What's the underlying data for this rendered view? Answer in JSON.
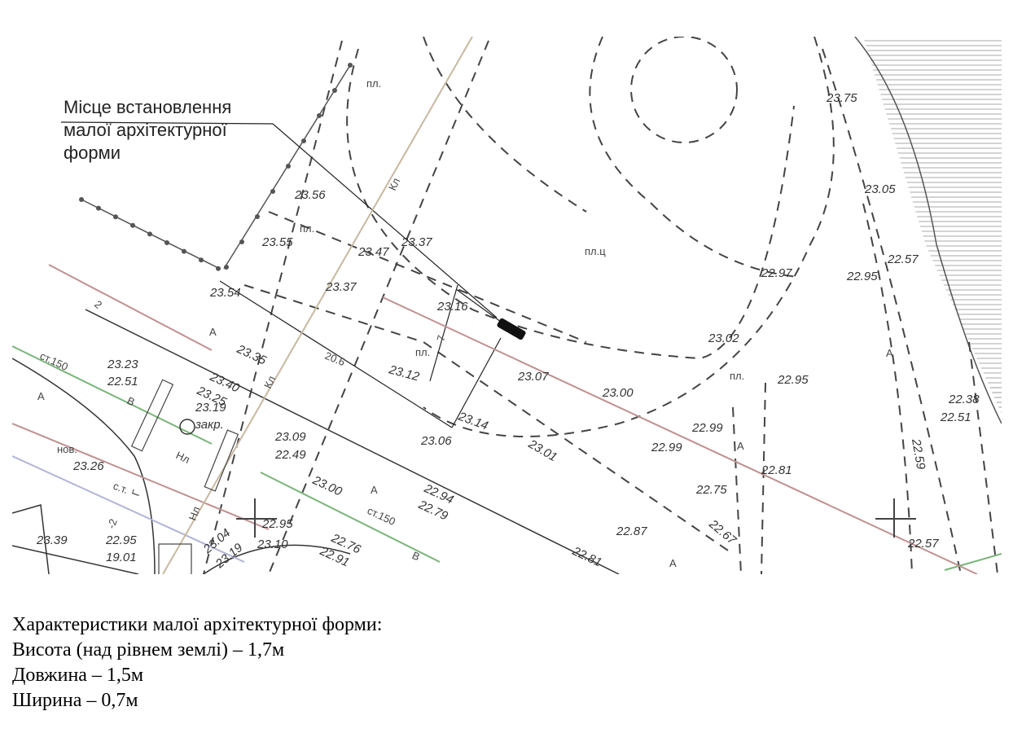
{
  "map": {
    "callout_lines": [
      "Місце встановлення",
      "малої архітектурної",
      "форми"
    ],
    "dimension_length": "20.6",
    "dimension_width": "7",
    "elevations": [
      "23.56",
      "23.55",
      "23.54",
      "23.47",
      "23.37",
      "23.37",
      "23.16",
      "23.12",
      "23.14",
      "23.06",
      "23.35",
      "23.40",
      "23.25",
      "23.23",
      "22.51",
      "23.19",
      "закр.",
      "23.09",
      "22.49",
      "23.26",
      "23.00",
      "22.95",
      "23.04",
      "23.19",
      "23.10",
      "22.76",
      "22.91",
      "23.39",
      "22.95",
      "19.01",
      "23.07",
      "23.00",
      "23.01",
      "22.99",
      "22.99",
      "23.02",
      "22.97",
      "22.95",
      "22.81",
      "22.75",
      "22.67",
      "22.87",
      "22.94",
      "22.79",
      "22.81",
      "23.75",
      "23.05",
      "22.57",
      "22.95",
      "22.38",
      "22.51",
      "22.59",
      "22.57"
    ],
    "symbols": [
      "пл.",
      "пл.",
      "пл.ц",
      "пл.",
      "пл.",
      "A",
      "A",
      "A",
      "A",
      "A",
      "A",
      "Кл",
      "Кл",
      "Нл",
      "Нл",
      "ст.150",
      "ст.150",
      "В",
      "В",
      "нов.",
      "с.т.",
      "Г",
      "2",
      "-2"
    ]
  },
  "description": {
    "title": "Характеристики малої архітектурної форми:",
    "height": "Висота (над рівнем землі) – 1,7м",
    "length": "Довжина – 1,5м",
    "width": "Ширина – 0,7м"
  }
}
